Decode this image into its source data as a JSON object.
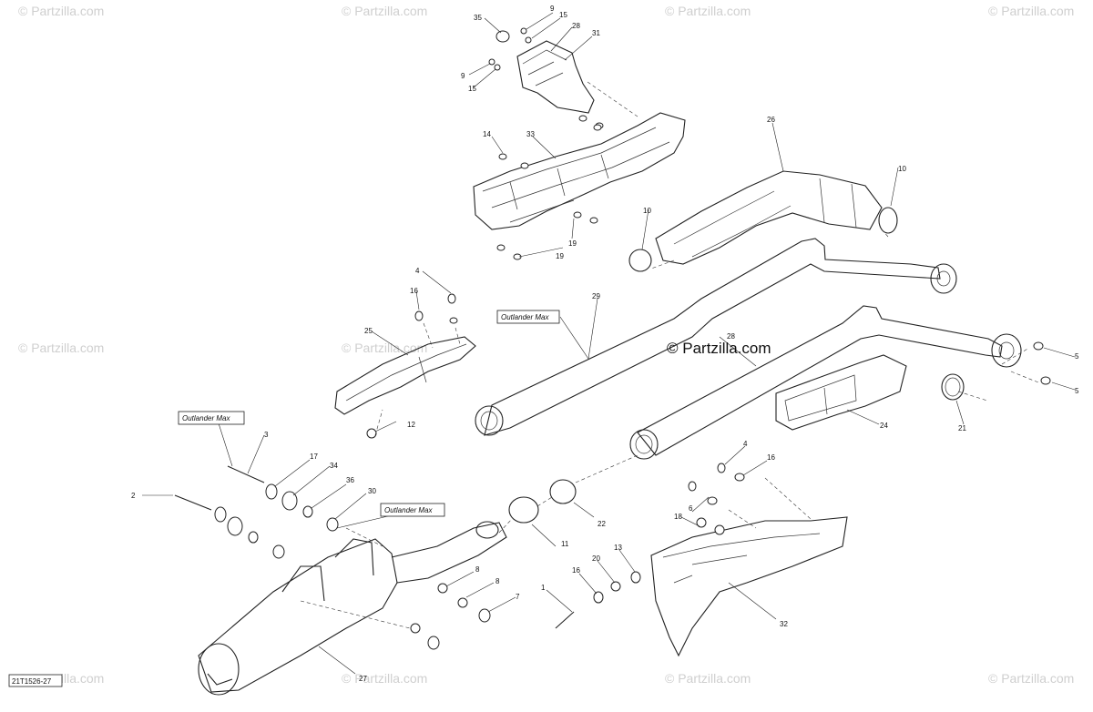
{
  "diagram": {
    "figure_code": "21T1526-27",
    "center_watermark": "© Partzilla.com",
    "corner_watermark": "© Partzilla.com",
    "variant_label": "Outlander Max",
    "callouts": {
      "c35": "35",
      "c9a": "9",
      "c15a": "15",
      "c28": "28",
      "c31": "31",
      "c9b": "9",
      "c15b": "15",
      "c14": "14",
      "c33": "33",
      "c19a": "19",
      "c19b": "19",
      "c26": "26",
      "c10a": "10",
      "c10b": "10",
      "c4a": "4",
      "c16a": "16",
      "c25": "25",
      "c12": "12",
      "c29": "29",
      "c28b": "28",
      "c5a": "5",
      "c5b": "5",
      "c21": "21",
      "c24": "24",
      "c3": "3",
      "c17": "17",
      "c34": "34",
      "c36": "36",
      "c30": "30",
      "c2": "2",
      "c11": "11",
      "c22": "22",
      "c4b": "4",
      "c16b": "16",
      "c6": "6",
      "c18": "18",
      "c13": "13",
      "c20": "20",
      "c16c": "16",
      "c1": "1",
      "c8a": "8",
      "c8b": "8",
      "c7": "7",
      "c32": "32",
      "c27": "27"
    }
  }
}
